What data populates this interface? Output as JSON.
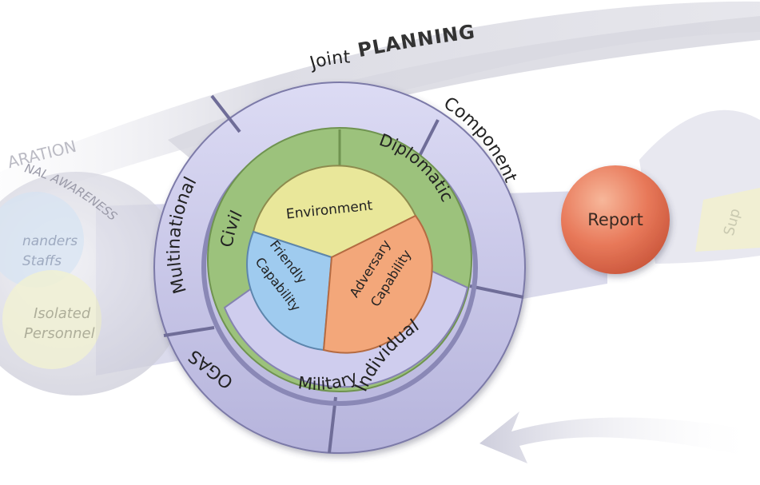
{
  "bands": {
    "planning": "PLANNING",
    "preparation": "ARATION",
    "awareness": "NAL AWARENESS"
  },
  "left_circle": {
    "top_label_line1": "nanders",
    "top_label_line2": "Staffs",
    "bottom_label_line1": "Isolated",
    "bottom_label_line2": "Personnel"
  },
  "outer_ring": {
    "joint": "Joint",
    "component": "Component",
    "individual": "Individual",
    "ogas": "OGAS",
    "multinational": "Multinational"
  },
  "middle_ring": {
    "civil": "Civil",
    "diplomatic": "Diplomatic",
    "military": "Military"
  },
  "center": {
    "environment": "Environment",
    "friendly_line1": "Friendly",
    "friendly_line2": "Capability",
    "adversary_line1": "Adversary",
    "adversary_line2": "Capability"
  },
  "report": {
    "label": "Report",
    "faded_label": "Sup"
  },
  "colors": {
    "ring_lavender": "#c9c8ec",
    "green": "#9cc27c",
    "yellow": "#e9e79a",
    "blue": "#9fcbef",
    "orange": "#f3a77a",
    "report": "#e8795a"
  }
}
